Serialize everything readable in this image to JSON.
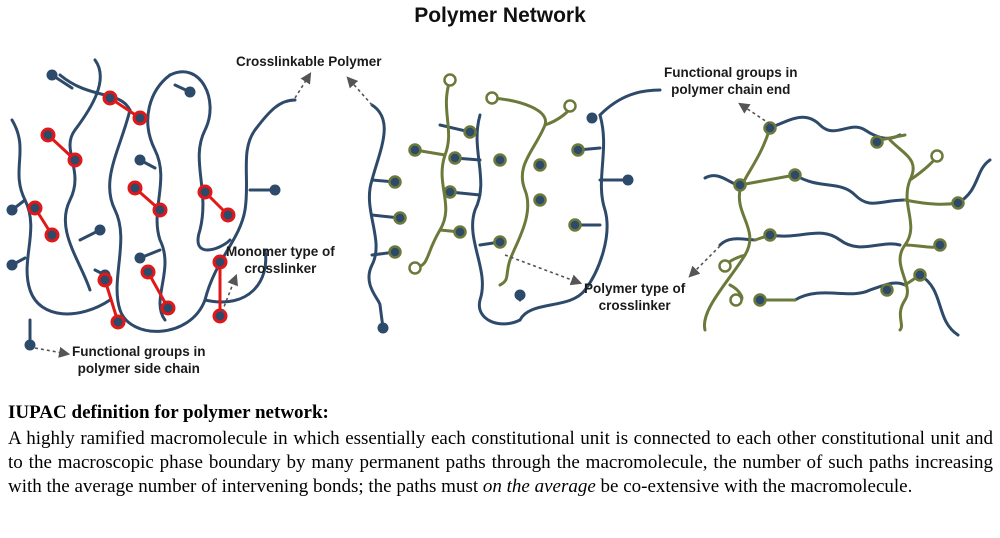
{
  "title": "Polymer Network",
  "labels": {
    "crosslinkable_polymer": "Crosslinkable Polymer",
    "functional_groups_chain_end": [
      "Functional groups in",
      "polymer chain end"
    ],
    "monomer_crosslinker": [
      "Monomer type of",
      "crosslinker"
    ],
    "polymer_crosslinker": [
      "Polymer type of",
      "crosslinker"
    ],
    "functional_groups_side_chain": [
      "Functional groups in",
      "polymer side chain"
    ]
  },
  "definition": {
    "heading": "IUPAC definition for polymer network:",
    "text_before": "A highly ramified macromolecule in which essentially each constitutional unit is connected to each other constitutional unit and to the macroscopic phase boundary by many permanent paths through the macromolecule, the number of such paths increasing with the average number of intervening bonds; the paths must ",
    "text_emphasis": "on the average",
    "text_after": " be co-extensive with the macromolecule."
  },
  "colors": {
    "polymer_chain": "#2e4a6b",
    "polymer_crosslinker": "#6b7a3a",
    "monomer_crosslinker": "#e01818",
    "functional_group_fill": "#2e4a6b",
    "arrow": "#555555"
  }
}
